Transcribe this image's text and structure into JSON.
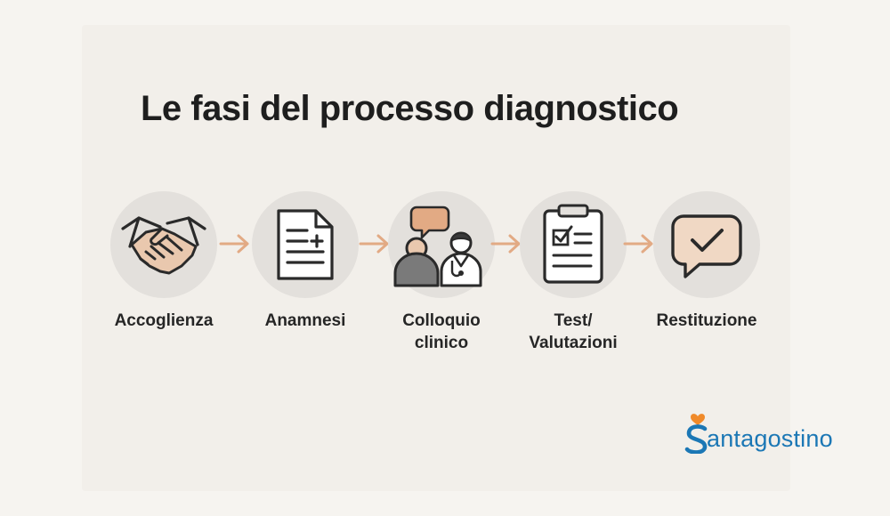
{
  "title": "Le fasi del processo diagnostico",
  "steps": [
    {
      "label_lines": [
        "Accoglienza"
      ],
      "icon": "handshake-icon"
    },
    {
      "label_lines": [
        "Anamnesi"
      ],
      "icon": "document-plus-icon"
    },
    {
      "label_lines": [
        "Colloquio",
        "clinico"
      ],
      "icon": "patient-doctor-speech-icon"
    },
    {
      "label_lines": [
        "Test/",
        "Valutazioni"
      ],
      "icon": "clipboard-checklist-icon"
    },
    {
      "label_lines": [
        "Restituzione"
      ],
      "icon": "speech-bubble-check-icon"
    }
  ],
  "colors": {
    "background": "#f6f4f0",
    "circle": "#e3e0dc",
    "arrow": "#e2aa84",
    "accent_fill": "#e9c8ae",
    "logo_blue": "#1b77b5",
    "logo_orange": "#f08a2a"
  },
  "logo": {
    "text": "antagostino",
    "initial": "S"
  }
}
